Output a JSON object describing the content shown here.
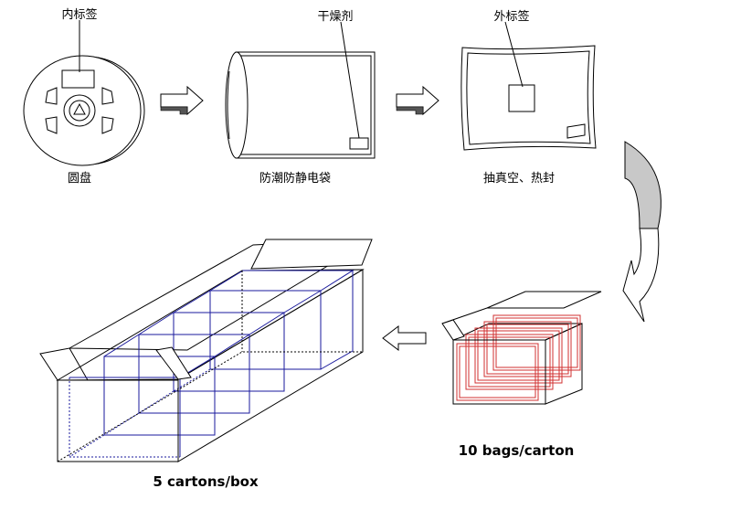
{
  "labels": {
    "inner_label": "内标签",
    "reel": "圆盘",
    "desiccant": "干燥剂",
    "antistatic_bag": "防潮防静电袋",
    "outer_label": "外标签",
    "vacuum_seal": "抽真空、热封",
    "bags_per_carton": "10 bags/carton",
    "cartons_per_box": "5 cartons/box"
  },
  "colors": {
    "outline": "#000000",
    "box_inner_lines": "#1a1a9c",
    "bag_stack": "#d03030",
    "arrow_fill_gray": "#c8c8c8"
  },
  "icons": [
    "reel-icon",
    "antistatic-bag-icon",
    "sealed-bag-icon",
    "carton-icon",
    "shipping-box-icon",
    "flow-arrow-icon"
  ]
}
